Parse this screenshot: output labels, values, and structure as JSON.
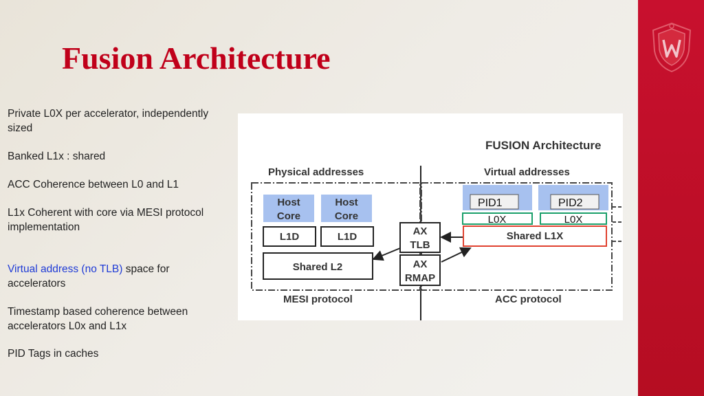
{
  "slide": {
    "title": "Fusion Architecture",
    "colors": {
      "title": "#c0001a",
      "accent_band": "#c8102e",
      "link_text": "#1f3bd6"
    },
    "logo": "uw-crest-icon"
  },
  "bullets": [
    {
      "text": "Private L0X per accelerator, independently sized"
    },
    {
      "text": "Banked L1x : shared"
    },
    {
      "text": "ACC Coherence between L0 and L1"
    },
    {
      "text": "L1x Coherent with core via MESI protocol implementation"
    },
    {
      "highlight": "Virtual address (no TLB)",
      "text": "  space for accelerators"
    },
    {
      "text": "Timestamp based coherence between accelerators L0x and  L1x"
    },
    {
      "text": "PID Tags in caches"
    }
  ],
  "diagram": {
    "heading": "FUSION Architecture",
    "physical_label": "Physical addresses",
    "virtual_label": "Virtual addresses",
    "host_core_1": [
      "Host",
      "Core"
    ],
    "host_core_2": [
      "Host",
      "Core"
    ],
    "l1d_1": "L1D",
    "l1d_2": "L1D",
    "shared_l2": "Shared L2",
    "ax_tlb": [
      "AX",
      "TLB"
    ],
    "ax_rmap": [
      "AX",
      "RMAP"
    ],
    "pid1": "PID1",
    "pid2": "PID2",
    "l0x_1": "L0X",
    "l0x_2": "L0X",
    "shared_l1x": "Shared L1X",
    "mesi_label": "MESI protocol",
    "acc_label": "ACC protocol"
  }
}
